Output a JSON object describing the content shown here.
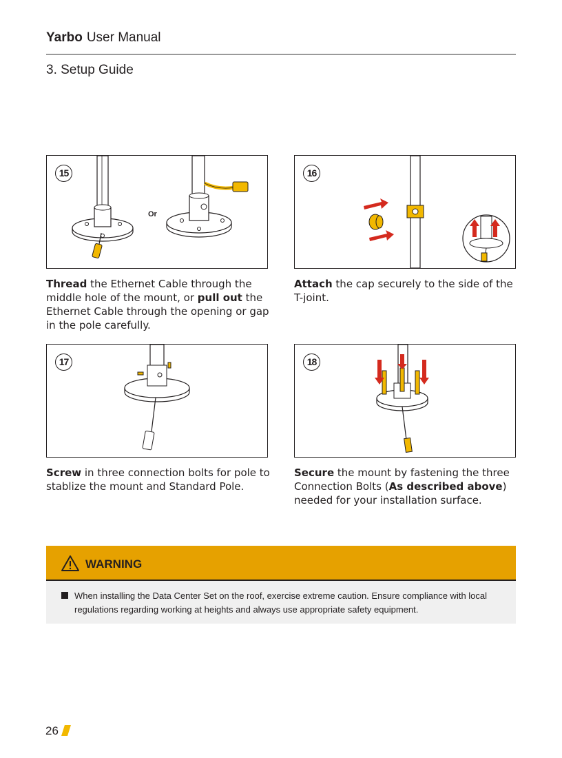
{
  "header": {
    "brand": "Yarbo",
    "title": "User Manual"
  },
  "section": {
    "title": "3. Setup Guide"
  },
  "steps": [
    {
      "num": "15",
      "or_label": "Or",
      "caption": [
        {
          "b": true,
          "t": "Thread"
        },
        {
          "b": false,
          "t": " the Ethernet Cable through the middle hole of the mount, or "
        },
        {
          "b": true,
          "t": "pull out"
        },
        {
          "b": false,
          "t": " the Ethernet Cable through the opening or gap in the pole carefully."
        }
      ]
    },
    {
      "num": "16",
      "caption": [
        {
          "b": true,
          "t": "Attach"
        },
        {
          "b": false,
          "t": " the cap securely to the side of the T-joint."
        }
      ]
    },
    {
      "num": "17",
      "caption": [
        {
          "b": true,
          "t": "Screw"
        },
        {
          "b": false,
          "t": " in three connection bolts for pole to stablize the mount and Standard Pole."
        }
      ]
    },
    {
      "num": "18",
      "caption": [
        {
          "b": true,
          "t": "Secure"
        },
        {
          "b": false,
          "t": " the mount by fastening the three Connection Bolts ("
        },
        {
          "b": true,
          "t": "As described above"
        },
        {
          "b": false,
          "t": ") needed for your installation surface."
        }
      ]
    }
  ],
  "warning": {
    "title": "WARNING",
    "text": "When installing the Data Center Set on the roof, exercise extreme caution. Ensure compliance with local regulations regarding working at heights and always use appropriate safety equipment."
  },
  "footer": {
    "page": "26"
  },
  "colors": {
    "accent": "#e6a100",
    "arrow": "#d42a1e",
    "cable_yellow": "#f2b800"
  }
}
